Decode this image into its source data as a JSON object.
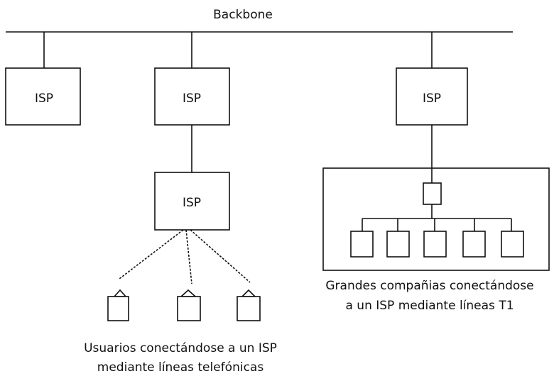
{
  "backbone_label": "Backbone",
  "isp_label": "ISP",
  "users_caption_line1": "Usuarios conectándose a un ISP",
  "users_caption_line2": "mediante líneas telefónicas",
  "companies_caption_line1": "Grandes compañias conectándose",
  "companies_caption_line2": "a un ISP mediante líneas T1"
}
